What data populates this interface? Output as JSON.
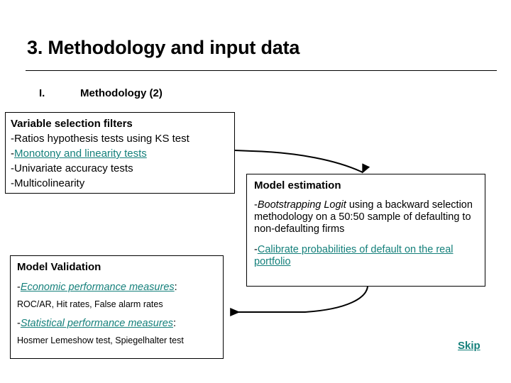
{
  "slide": {
    "title": "3. Methodology and input data",
    "section_numeral": "I.",
    "section_label": "Methodology (2)"
  },
  "colors": {
    "link_teal": "#15807b",
    "text_black": "#000000",
    "background": "#ffffff"
  },
  "box_filters": {
    "heading": "Variable selection filters",
    "items": [
      {
        "dash": "-",
        "text": "Ratios hypothesis tests using KS test",
        "link": false
      },
      {
        "dash": "-",
        "text": "Monotony and linearity tests",
        "link": true
      },
      {
        "dash": "-",
        "text": "Univariate accuracy tests",
        "link": false
      },
      {
        "dash": "-",
        "text": "Multicolinearity",
        "link": false
      }
    ]
  },
  "box_estimation": {
    "heading": "Model estimation",
    "dash": "-",
    "emphasis": "Bootstrapping Logit",
    "body": " using a backward selection methodology on a 50:50 sample of defaulting to non-defaulting firms",
    "link_dash": "-",
    "link": "Calibrate probabilities of default on the real portfolio"
  },
  "box_validation": {
    "heading": "Model Validation",
    "measures": [
      {
        "dash": "-",
        "link": "Economic performance measures",
        "colon": ":",
        "detail": "ROC/AR, Hit rates, False alarm rates"
      },
      {
        "dash": "-",
        "link": "Statistical performance measures",
        "colon": ":",
        "detail": "Hosmer Lemeshow test, Spiegelhalter test"
      }
    ]
  },
  "skip": {
    "label": "Skip"
  }
}
